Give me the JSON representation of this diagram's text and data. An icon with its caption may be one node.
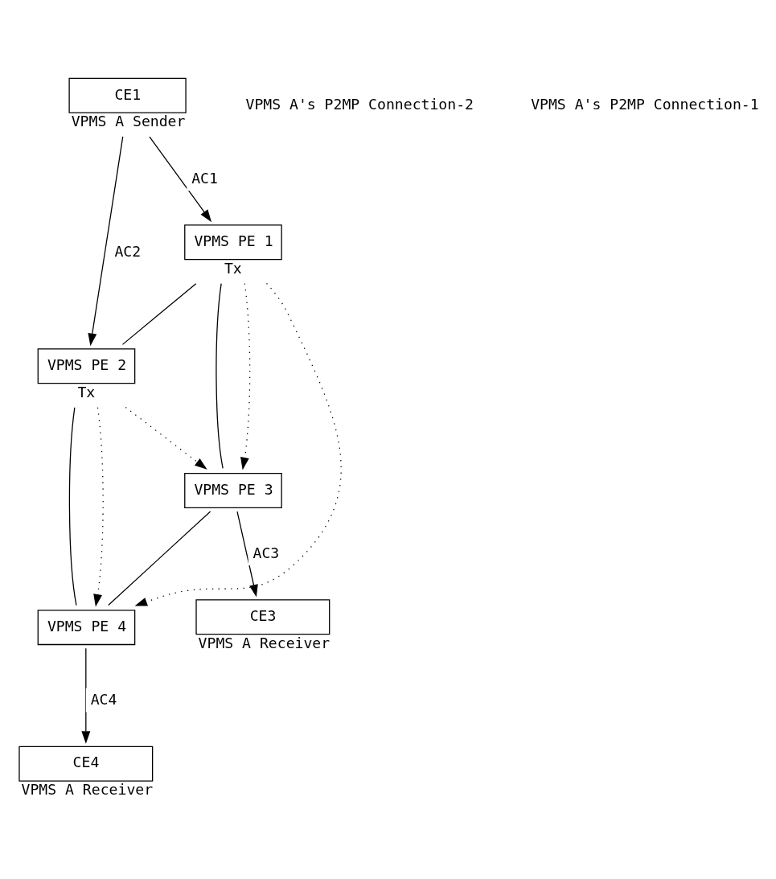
{
  "diagram": {
    "nodes": [
      {
        "text": [
          "CE1"
        ],
        "beside": [
          "VPMS A Sender"
        ]
      },
      {
        "text": [
          "VPMS PE 1"
        ],
        "beside": [
          "Tx"
        ]
      },
      {
        "text": [
          "VPMS PE 2"
        ],
        "beside": [
          "Tx"
        ]
      },
      {
        "text": [
          "VPMS PE 3"
        ]
      },
      {
        "text": [
          "VPMS PE 4"
        ]
      },
      {
        "text": [
          "CE3"
        ],
        "beside": [
          "VPMS A Receiver"
        ]
      },
      {
        "text": [
          "CE4"
        ],
        "beside": [
          "VPMS A Receiver"
        ]
      }
    ],
    "edges": [
      {
        "from": 0,
        "to": 1,
        "arrow": "to",
        "label": "AC1"
      },
      {
        "from": 0,
        "to": 2,
        "arrow": "to",
        "label": "AC2"
      },
      {
        "from": 1,
        "to": 2,
        "arrow": "none"
      },
      {
        "from": 1,
        "to": 3,
        "arrow": "none"
      },
      {
        "from": 2,
        "to": 4,
        "arrow": "none"
      },
      {
        "from": 3,
        "to": 4,
        "arrow": "none"
      },
      {
        "from": 1,
        "to": 3,
        "arrow": "to",
        "style": "dashed"
      },
      {
        "from": 1,
        "to": 4,
        "arrow": "to",
        "style": "dashed"
      },
      {
        "from": 2,
        "to": 3,
        "arrow": "to",
        "style": "dashed"
      },
      {
        "from": 2,
        "to": 4,
        "arrow": "to",
        "style": "dashed"
      },
      {
        "from": 3,
        "to": 5,
        "arrow": "to",
        "label": "AC3"
      },
      {
        "from": 4,
        "to": 6,
        "arrow": "to",
        "label": "AC4"
      }
    ],
    "labels": [
      "VPMS A's P2MP Connection-2",
      "VPMS A's P2MP Connection-1"
    ]
  }
}
